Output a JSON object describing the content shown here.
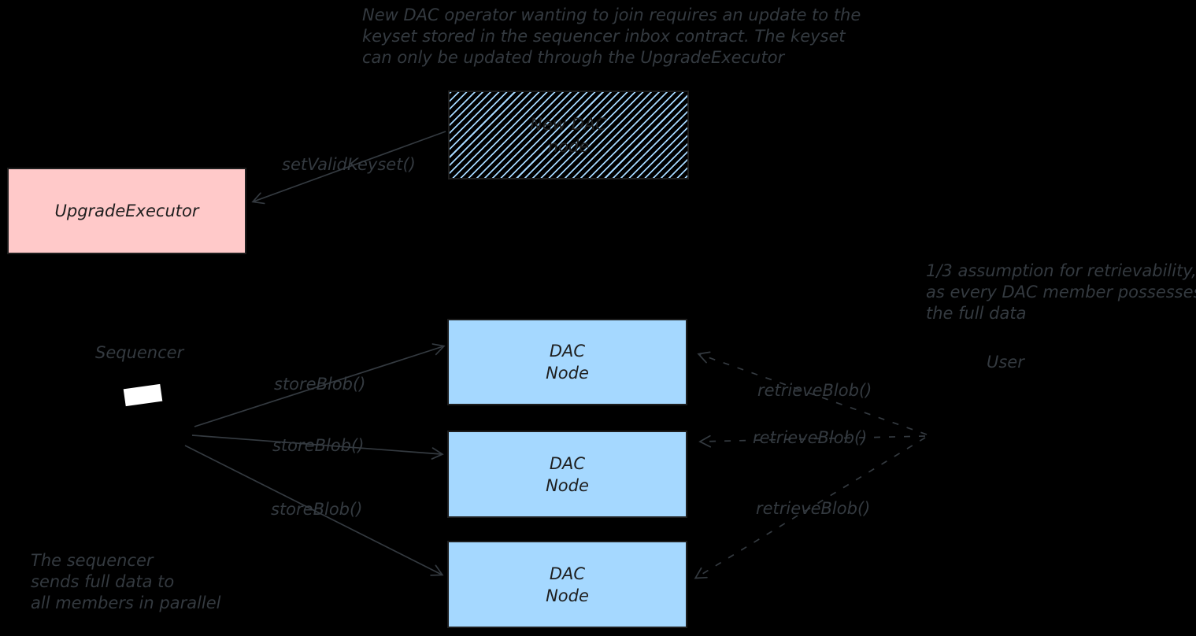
{
  "colors": {
    "background": "#000000",
    "stroke_gray": "#343a40",
    "ink_dark": "#1e1e1e",
    "box_pink": "#ffc9c9",
    "box_blue": "#a5d8ff",
    "shape_white": "#ffffff"
  },
  "notes": {
    "top_note": {
      "line1": "New DAC operator wanting to join requires an update to the",
      "line2": "keyset stored in the sequencer inbox contract. The keyset",
      "line3": "can only be updated through the UpgradeExecutor"
    },
    "assumption_note": {
      "line1": "1/3 assumption for retrievability,",
      "line2": "as every DAC member possesses",
      "line3": "the full data"
    },
    "sequencer_note": {
      "line1": "The sequencer",
      "line2": "sends full data to",
      "line3": "all members in parallel"
    }
  },
  "boxes": {
    "new_dac_node": {
      "line1": "New DAC",
      "line2": "node"
    },
    "upgrade_executor": {
      "label": "UpgradeExecutor"
    },
    "dac_nodes": [
      {
        "line1": "DAC",
        "line2": "Node"
      },
      {
        "line1": "DAC",
        "line2": "Node"
      },
      {
        "line1": "DAC",
        "line2": "Node"
      }
    ]
  },
  "labels": {
    "set_valid_keyset": "setValidKeyset()",
    "sequencer": "Sequencer",
    "user": "User",
    "store_blob": "storeBlob()",
    "retrieve_blob": "retrieveBlob()"
  }
}
